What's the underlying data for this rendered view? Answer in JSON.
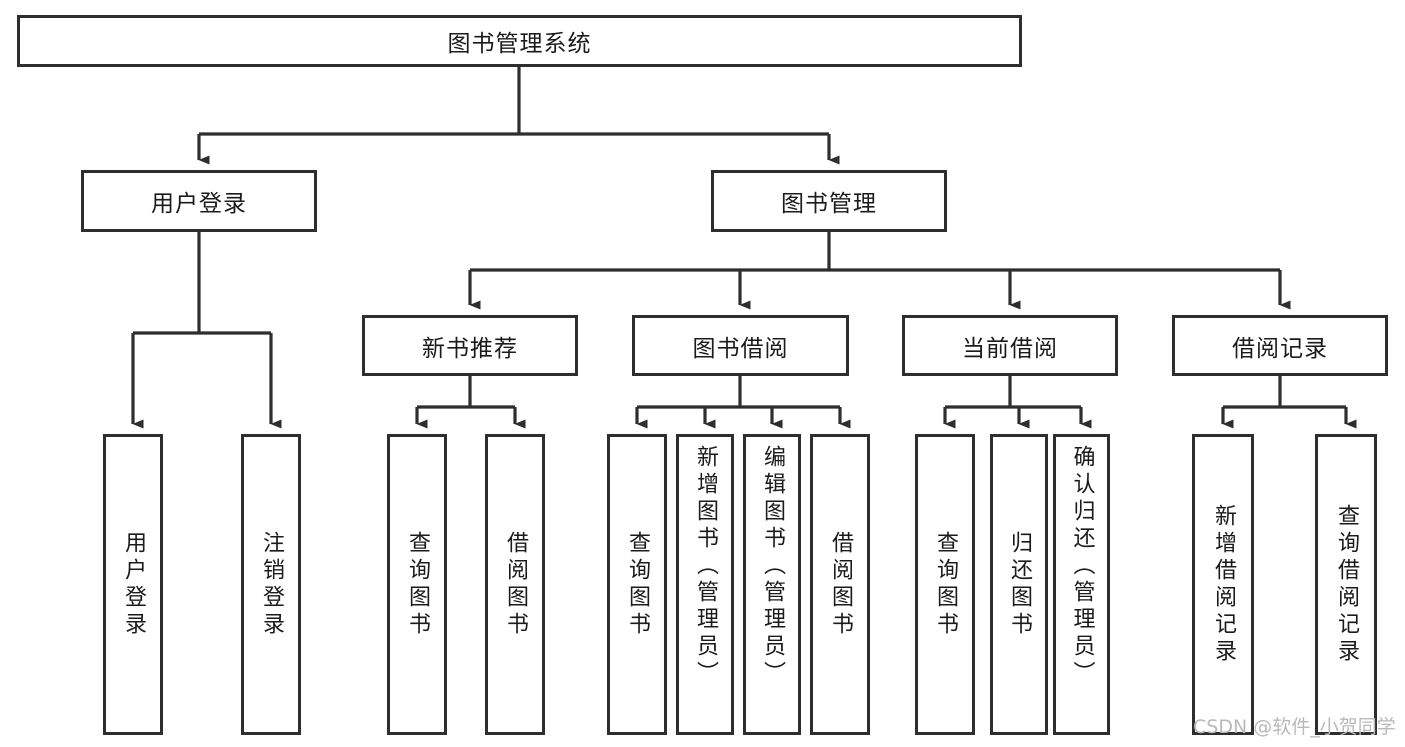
{
  "diagram": {
    "title": "图书管理系统",
    "type": "hierarchy-tree",
    "watermark": "CSDN @软件_小贺同学",
    "colors": {
      "box_border": "#2e2e2e",
      "box_fill": "#ffffff",
      "connector": "#2e2e2e",
      "text": "#1b1b1b",
      "watermark": "#b9b9b9"
    },
    "root": {
      "label": "图书管理系统"
    },
    "level2": [
      {
        "label": "用户登录"
      },
      {
        "label": "图书管理"
      }
    ],
    "level3": [
      {
        "label": "新书推荐"
      },
      {
        "label": "图书借阅"
      },
      {
        "label": "当前借阅"
      },
      {
        "label": "借阅记录"
      }
    ],
    "leaves": {
      "user_login": [
        {
          "label": "用户登录"
        },
        {
          "label": "注销登录"
        }
      ],
      "new_book_recommend": [
        {
          "label": "查询图书"
        },
        {
          "label": "借阅图书"
        }
      ],
      "book_borrow": [
        {
          "label": "查询图书"
        },
        {
          "label": "新增图书（管理员）"
        },
        {
          "label": "编辑图书（管理员）"
        },
        {
          "label": "借阅图书"
        }
      ],
      "current_borrow": [
        {
          "label": "查询图书"
        },
        {
          "label": "归还图书"
        },
        {
          "label": "确认归还（管理员）"
        }
      ],
      "borrow_record": [
        {
          "label": "新增借阅记录"
        },
        {
          "label": "查询借阅记录"
        }
      ]
    }
  }
}
